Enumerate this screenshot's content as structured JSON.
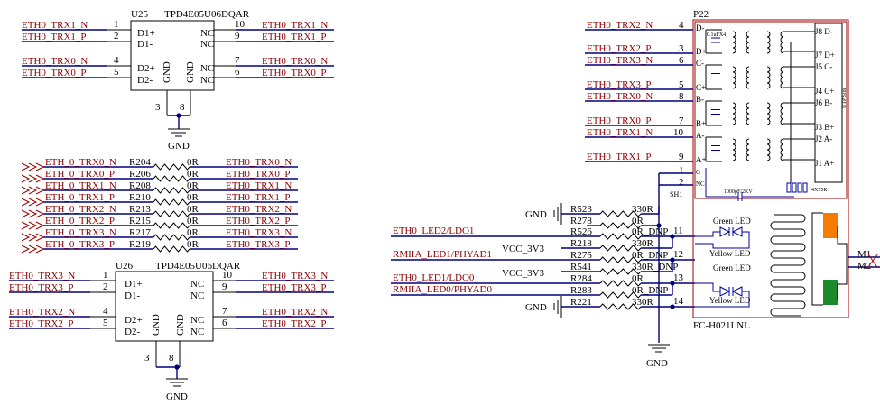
{
  "u25": {
    "ref": "U25",
    "part": "TPD4E05U06DQAR",
    "pin_names": [
      "D1+",
      "D1-",
      "D2+",
      "D2-",
      "NC",
      "NC",
      "NC",
      "NC",
      "GND",
      "GND"
    ],
    "pin_numbers": [
      "1",
      "2",
      "4",
      "5",
      "10",
      "9",
      "7",
      "6",
      "3",
      "8"
    ],
    "nets": [
      "ETH0_TRX1_N",
      "ETH0_TRX1_P",
      "ETH0_TRX0_N",
      "ETH0_TRX0_P",
      "ETH0_TRX1_N",
      "ETH0_TRX1_P",
      "ETH0_TRX0_N",
      "ETH0_TRX0_P"
    ],
    "gnd": "GND"
  },
  "u26": {
    "ref": "U26",
    "part": "TPD4E05U06DQAR",
    "pin_names": [
      "D1+",
      "D1-",
      "D2+",
      "D2-",
      "NC",
      "NC",
      "NC",
      "NC",
      "GND",
      "GND"
    ],
    "pin_numbers": [
      "1",
      "2",
      "4",
      "5",
      "10",
      "9",
      "7",
      "6",
      "3",
      "8"
    ],
    "nets": [
      "ETH0_TRX3_N",
      "ETH0_TRX3_P",
      "ETH0_TRX2_N",
      "ETH0_TRX2_P",
      "ETH0_TRX3_N",
      "ETH0_TRX3_P",
      "ETH0_TRX2_N",
      "ETH0_TRX2_P"
    ],
    "gnd": "GND"
  },
  "series": {
    "left_nets": [
      "ETH_0_TRX0_N",
      "ETH_0_TRX0_P",
      "ETH_0_TRX1_N",
      "ETH_0_TRX1_P",
      "ETH_0_TRX2_N",
      "ETH_0_TRX2_P",
      "ETH_0_TRX3_N",
      "ETH_0_TRX3_P"
    ],
    "refs": [
      "R204",
      "R206",
      "R208",
      "R210",
      "R213",
      "R215",
      "R217",
      "R219"
    ],
    "value": "0R",
    "right_nets": [
      "ETH0_TRX0_N",
      "ETH0_TRX0_P",
      "ETH0_TRX1_N",
      "ETH0_TRX1_P",
      "ETH0_TRX2_N",
      "ETH0_TRX2_P",
      "ETH0_TRX3_N",
      "ETH0_TRX3_P"
    ]
  },
  "led": {
    "nets": [
      "ETH0_LED2/LDO1",
      "RMIIA_LED1/PHYAD1",
      "ETH0_LED1/LDO0",
      "RMIIA_LED0/PHYAD0"
    ],
    "gnd_label": "GND",
    "vcc_label": "VCC_3V3",
    "res_refs": [
      "R523",
      "R278",
      "R526",
      "R218",
      "R275",
      "R541",
      "R284",
      "R283",
      "R221"
    ],
    "res_vals": [
      "330R",
      "0R",
      "0R_DNP",
      "330R",
      "0R_DNP",
      "330R_DNP",
      "0R",
      "0R_DNP",
      "330R"
    ],
    "gnd_bottom": "GND"
  },
  "p22": {
    "ref": "P22",
    "part": "FC-H021LNL",
    "nets": [
      "ETH0_TRX2_N",
      "ETH0_TRX2_P",
      "ETH0_TRX3_N",
      "ETH0_TRX3_P",
      "ETH0_TRX0_N",
      "ETH0_TRX0_P",
      "ETH0_TRX1_N",
      "ETH0_TRX1_P"
    ],
    "pin_numbers": [
      "4",
      "3",
      "6",
      "5",
      "8",
      "7",
      "10",
      "9",
      "1",
      "2",
      "11",
      "12",
      "13",
      "14"
    ],
    "pin_names": [
      "D-",
      "D+",
      "C-",
      "C+",
      "B-",
      "B+",
      "A-",
      "A+",
      "G",
      "NC"
    ],
    "jack_pins": [
      "J8 D-",
      "J7 D+",
      "J5 C-",
      "J4 C+",
      "J6 B-",
      "J3 B+",
      "J2 A-",
      "J1 A+"
    ],
    "led_green": "Green LED",
    "led_yellow": "Yellow LED",
    "cap_label": "0.1uFX4",
    "cap2_label": "1000pF/2KV",
    "res_label": "4X75R",
    "utp_label": "UTP Side",
    "sh_label": "SH1",
    "m_labels": [
      "M1",
      "M2"
    ]
  }
}
